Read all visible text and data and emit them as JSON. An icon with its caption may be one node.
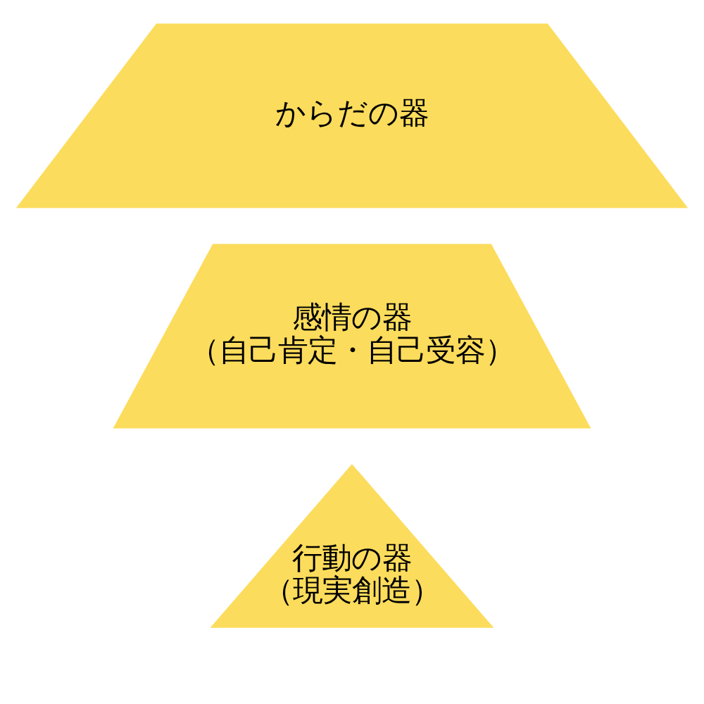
{
  "diagram": {
    "nodes": [
      {
        "text": [
          "行動の器",
          "（現実創造）"
        ]
      },
      {
        "text": [
          "感情の器",
          "（自己肯定・自己受容）"
        ]
      },
      {
        "text": [
          "からだの器"
        ]
      }
    ]
  }
}
